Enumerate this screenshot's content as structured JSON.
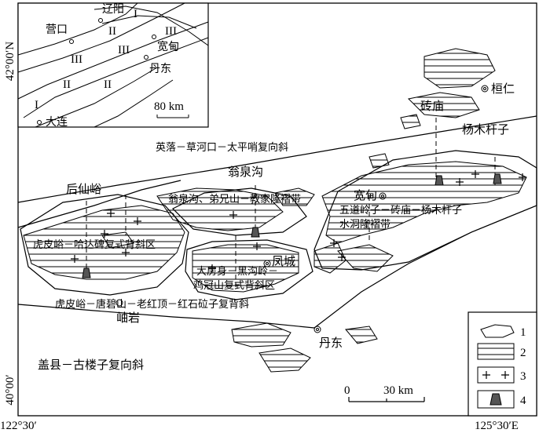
{
  "axes": {
    "lat_top": "42°00′N",
    "lat_bottom": "40°00′",
    "lon_left": "122°30′",
    "lon_right": "125°30′E"
  },
  "inset": {
    "cities": [
      "辽阳",
      "营口",
      "宽甸",
      "丹东",
      "大连"
    ],
    "zones": [
      "I",
      "II",
      "III",
      "III",
      "III",
      "II",
      "II",
      "I"
    ],
    "scale": "80 km"
  },
  "places": {
    "huanren": "桓仁",
    "zhuanmiao": "砖庙",
    "yangmuganzi": "杨木杆子",
    "wengquangou": "翁泉沟",
    "houxianyu": "后仙峪",
    "kuandian": "宽甸",
    "fengcheng": "凤城",
    "xiuyan": "岫岩",
    "dandong": "丹东"
  },
  "structures": {
    "ying_fold": "英落－草河口－太平哨复向斜",
    "weng_fold": "翁泉沟、弟兄山－教家隆褶带",
    "wudao_fold_1": "五道岭子－砖庙－杨木杆子",
    "wudao_fold_2": "水洞隆褶带",
    "huhaha_fold": "虎皮峪－哈达碑复式背斜区",
    "dalinzi_1": "大房身－黑沟岭－",
    "dalinzi_2": "鸡冠山复式背斜区",
    "huhu_fold": "虎皮峪－唐碧山－老红顶－红石砬子复背斜",
    "gaixian_fold": "盖县－古楼子复向斜"
  },
  "scalebar": {
    "zero": "0",
    "value": "30 km"
  },
  "legend": {
    "items": [
      "1",
      "2",
      "3",
      "4"
    ]
  }
}
